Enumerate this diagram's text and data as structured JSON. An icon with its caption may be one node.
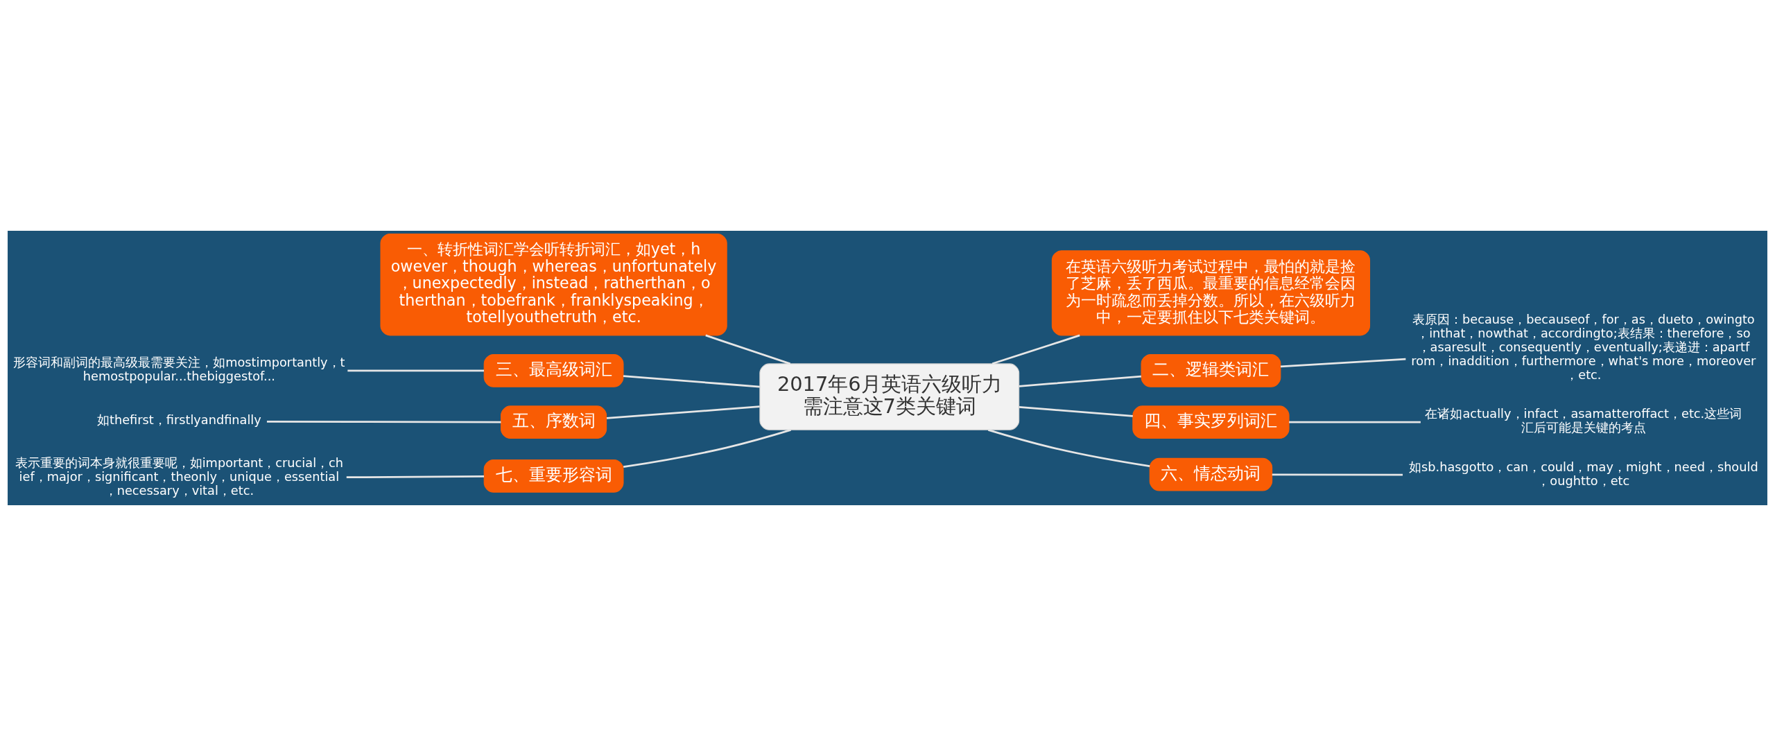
{
  "diagram": {
    "nodes": [
      {
        "text": [
          "2017年6月英语六级听力需注意这7类关键词"
        ]
      },
      {
        "text": [
          "一、转折性词汇学会听转折词汇，如yet，however，though，whereas，unfortunately，unexpectedly，instead，ratherthan，otherthan，tobefrank，franklyspeaking，totellyouthetruth，etc."
        ]
      },
      {
        "text": [
          "三、最高级词汇"
        ]
      },
      {
        "text": [
          "形容词和副词的最高级最需要关注，如mostimportantly，themostpopular...thebiggestof..."
        ]
      },
      {
        "text": [
          "五、序数词"
        ]
      },
      {
        "text": [
          "如thefirst，firstlyandfinally"
        ]
      },
      {
        "text": [
          "七、重要形容词"
        ]
      },
      {
        "text": [
          "表示重要的词本身就很重要呢，如important，crucial，chief，major，significant，theonly，unique，essential，necessary，vital，etc."
        ]
      },
      {
        "text": [
          "在英语六级听力考试过程中，最怕的就是捡了芝麻，丢了西瓜。最重要的信息经常会因为一时疏忽而丢掉分数。所以，在六级听力中，一定要抓住以下七类关键词。"
        ]
      },
      {
        "text": [
          "二、逻辑类词汇"
        ]
      },
      {
        "text": [
          "表原因：because，becauseof，for，as，dueto，owingto，inthat，nowthat，accordingto;表结果：therefore，so，asaresult，consequently，eventually;表递进：apartfrom，inaddition，furthermore，what's more，moreover，etc."
        ]
      },
      {
        "text": [
          "四、事实罗列词汇"
        ]
      },
      {
        "text": [
          "在诸如actually，infact，asamatteroffact，etc.这些词汇后可能是关键的考点"
        ]
      },
      {
        "text": [
          "六、情态动词"
        ]
      },
      {
        "text": [
          "如sb.hasgotto，can，could，may，might，need，should，oughtto，etc"
        ]
      }
    ],
    "edges": [
      {
        "from": 0,
        "to": 1,
        "arrow": "none"
      },
      {
        "from": 0,
        "to": 2,
        "arrow": "none"
      },
      {
        "from": 2,
        "to": 3,
        "arrow": "none"
      },
      {
        "from": 0,
        "to": 4,
        "arrow": "none"
      },
      {
        "from": 4,
        "to": 5,
        "arrow": "none"
      },
      {
        "from": 0,
        "to": 6,
        "arrow": "none"
      },
      {
        "from": 6,
        "to": 7,
        "arrow": "none"
      },
      {
        "from": 0,
        "to": 8,
        "arrow": "none"
      },
      {
        "from": 0,
        "to": 9,
        "arrow": "none"
      },
      {
        "from": 9,
        "to": 10,
        "arrow": "none"
      },
      {
        "from": 0,
        "to": 11,
        "arrow": "none"
      },
      {
        "from": 11,
        "to": 12,
        "arrow": "none"
      },
      {
        "from": 0,
        "to": 13,
        "arrow": "none"
      },
      {
        "from": 13,
        "to": 14,
        "arrow": "none"
      }
    ]
  }
}
